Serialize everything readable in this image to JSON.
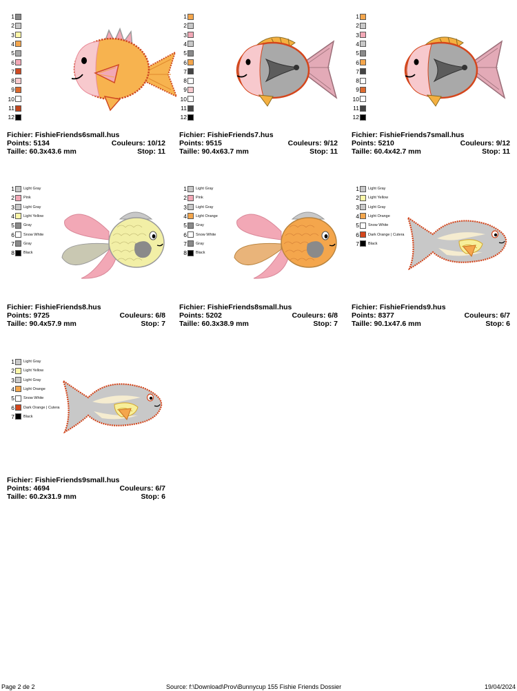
{
  "designs": [
    {
      "filename": "FishieFriends6small.hus",
      "points": "5134",
      "couleurs": "10/12",
      "taille": "60.3x43.6 mm",
      "stop": "11",
      "fish": "goldfish",
      "swatches": [
        {
          "n": "1",
          "color": "#8a8a8a",
          "name": ""
        },
        {
          "n": "2",
          "color": "#c8c8c8",
          "name": ""
        },
        {
          "n": "3",
          "color": "#fdf7a8",
          "name": ""
        },
        {
          "n": "4",
          "color": "#f4a64c",
          "name": ""
        },
        {
          "n": "5",
          "color": "#a8a8a8",
          "name": ""
        },
        {
          "n": "6",
          "color": "#f2a8b6",
          "name": ""
        },
        {
          "n": "7",
          "color": "#cf4a22",
          "name": ""
        },
        {
          "n": "8",
          "color": "#f7c9cd",
          "name": ""
        },
        {
          "n": "9",
          "color": "#dd6a2e",
          "name": ""
        },
        {
          "n": "10",
          "color": "#ffffff",
          "name": ""
        },
        {
          "n": "11",
          "color": "#c0461e",
          "name": ""
        },
        {
          "n": "12",
          "color": "#000000",
          "name": ""
        }
      ]
    },
    {
      "filename": "FishieFriends7.hus",
      "points": "9515",
      "couleurs": "9/12",
      "taille": "90.4x63.7 mm",
      "stop": "11",
      "fish": "grayfish",
      "swatches": [
        {
          "n": "1",
          "color": "#f4a64c",
          "name": ""
        },
        {
          "n": "2",
          "color": "#c8c8c8",
          "name": ""
        },
        {
          "n": "3",
          "color": "#f2a8b6",
          "name": ""
        },
        {
          "n": "4",
          "color": "#c8c8c8",
          "name": ""
        },
        {
          "n": "5",
          "color": "#8a8a8a",
          "name": ""
        },
        {
          "n": "6",
          "color": "#f4a64c",
          "name": ""
        },
        {
          "n": "7",
          "color": "#444444",
          "name": ""
        },
        {
          "n": "8",
          "color": "#ffffff",
          "name": ""
        },
        {
          "n": "9",
          "color": "#f7c9cd",
          "name": ""
        },
        {
          "n": "10",
          "color": "#ffffff",
          "name": ""
        },
        {
          "n": "11",
          "color": "#444444",
          "name": ""
        },
        {
          "n": "12",
          "color": "#000000",
          "name": ""
        }
      ]
    },
    {
      "filename": "FishieFriends7small.hus",
      "points": "5210",
      "couleurs": "9/12",
      "taille": "60.4x42.7 mm",
      "stop": "11",
      "fish": "grayfish",
      "swatches": [
        {
          "n": "1",
          "color": "#f4a64c",
          "name": ""
        },
        {
          "n": "2",
          "color": "#c8c8c8",
          "name": ""
        },
        {
          "n": "3",
          "color": "#f2a8b6",
          "name": ""
        },
        {
          "n": "4",
          "color": "#c8c8c8",
          "name": ""
        },
        {
          "n": "5",
          "color": "#8a8a8a",
          "name": ""
        },
        {
          "n": "6",
          "color": "#f4a64c",
          "name": ""
        },
        {
          "n": "7",
          "color": "#444444",
          "name": ""
        },
        {
          "n": "8",
          "color": "#ffffff",
          "name": ""
        },
        {
          "n": "9",
          "color": "#dd6a2e",
          "name": ""
        },
        {
          "n": "10",
          "color": "#ffffff",
          "name": ""
        },
        {
          "n": "11",
          "color": "#444444",
          "name": ""
        },
        {
          "n": "12",
          "color": "#000000",
          "name": ""
        }
      ]
    },
    {
      "filename": "FishieFriends8.hus",
      "points": "9725",
      "couleurs": "6/8",
      "taille": "90.4x57.9 mm",
      "stop": "7",
      "fish": "roundfish-yellow",
      "swatches": [
        {
          "n": "1",
          "color": "#c8c8c8",
          "name": "Light Gray"
        },
        {
          "n": "2",
          "color": "#f2a8b6",
          "name": "Pink"
        },
        {
          "n": "3",
          "color": "#c8c8c8",
          "name": "Light Gray"
        },
        {
          "n": "4",
          "color": "#fdf7a8",
          "name": "Light Yellow"
        },
        {
          "n": "5",
          "color": "#8a8a8a",
          "name": "Gray"
        },
        {
          "n": "6",
          "color": "#ffffff",
          "name": "Snow White"
        },
        {
          "n": "7",
          "color": "#8a8a8a",
          "name": "Gray"
        },
        {
          "n": "8",
          "color": "#000000",
          "name": "Black"
        }
      ]
    },
    {
      "filename": "FishieFriends8small.hus",
      "points": "5202",
      "couleurs": "6/8",
      "taille": "60.3x38.9 mm",
      "stop": "7",
      "fish": "roundfish-orange",
      "swatches": [
        {
          "n": "1",
          "color": "#c8c8c8",
          "name": "Light Gray"
        },
        {
          "n": "2",
          "color": "#f2a8b6",
          "name": "Pink"
        },
        {
          "n": "3",
          "color": "#c8c8c8",
          "name": "Light Gray"
        },
        {
          "n": "4",
          "color": "#f4a64c",
          "name": "Light Orange"
        },
        {
          "n": "5",
          "color": "#8a8a8a",
          "name": "Gray"
        },
        {
          "n": "6",
          "color": "#ffffff",
          "name": "Snow White"
        },
        {
          "n": "7",
          "color": "#8a8a8a",
          "name": "Gray"
        },
        {
          "n": "8",
          "color": "#000000",
          "name": "Black"
        }
      ]
    },
    {
      "filename": "FishieFriends9.hus",
      "points": "8377",
      "couleurs": "6/7",
      "taille": "90.1x47.6 mm",
      "stop": "6",
      "fish": "longfish",
      "swatches": [
        {
          "n": "1",
          "color": "#c8c8c8",
          "name": "Light Gray"
        },
        {
          "n": "2",
          "color": "#fdf7a8",
          "name": "Light Yellow"
        },
        {
          "n": "3",
          "color": "#c8c8c8",
          "name": "Light Gray"
        },
        {
          "n": "4",
          "color": "#f4a64c",
          "name": "Light Orange"
        },
        {
          "n": "5",
          "color": "#ffffff",
          "name": "Snow White"
        },
        {
          "n": "6",
          "color": "#d4461c",
          "name": "Dark Orange | Cutera"
        },
        {
          "n": "7",
          "color": "#000000",
          "name": "Black"
        }
      ]
    },
    {
      "filename": "FishieFriends9small.hus",
      "points": "4694",
      "couleurs": "6/7",
      "taille": "60.2x31.9 mm",
      "stop": "6",
      "fish": "longfish",
      "swatches": [
        {
          "n": "1",
          "color": "#c8c8c8",
          "name": "Light Gray"
        },
        {
          "n": "2",
          "color": "#fdf7a8",
          "name": "Light Yellow"
        },
        {
          "n": "3",
          "color": "#c8c8c8",
          "name": "Light Gray"
        },
        {
          "n": "4",
          "color": "#f4a64c",
          "name": "Light Orange"
        },
        {
          "n": "5",
          "color": "#ffffff",
          "name": "Snow White"
        },
        {
          "n": "6",
          "color": "#d4461c",
          "name": "Dark Orange | Cutera"
        },
        {
          "n": "7",
          "color": "#000000",
          "name": "Black"
        }
      ]
    }
  ],
  "labels": {
    "fichier": "Fichier:",
    "points": "Points:",
    "couleurs": "Couleurs:",
    "taille": "Taille:",
    "stop": "Stop:"
  },
  "footer": {
    "page": "Page 2 de 2",
    "source": "Source: f:\\Download\\Prov\\Bunnycup 155 Fishie Friends Dossier",
    "date": "19/04/2024"
  }
}
